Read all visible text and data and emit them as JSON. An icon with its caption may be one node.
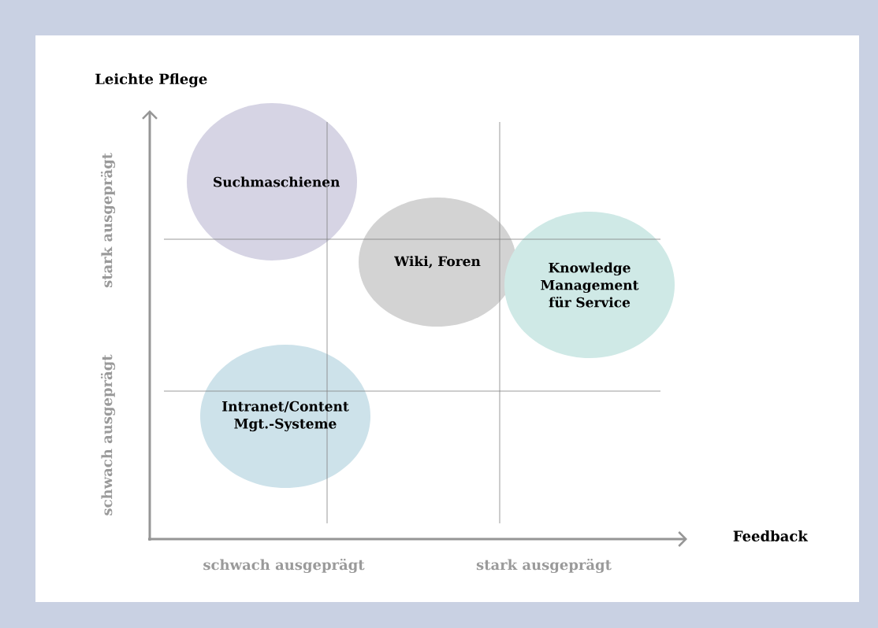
{
  "diagram": {
    "nodes": [
      {
        "text": [
          "Suchmaschienen"
        ]
      },
      {
        "text": [
          "Wiki, Foren"
        ]
      },
      {
        "text": [
          "Knowledge Management für Service"
        ]
      },
      {
        "text": [
          "Intranet/Content Mgt.-Systeme"
        ]
      }
    ],
    "labels": [
      "Leichte Pflege",
      "stark ausgeprägt",
      "schwach ausgeprägt",
      "Feedback",
      "schwach ausgeprägt",
      "stark ausgeprägt"
    ]
  }
}
